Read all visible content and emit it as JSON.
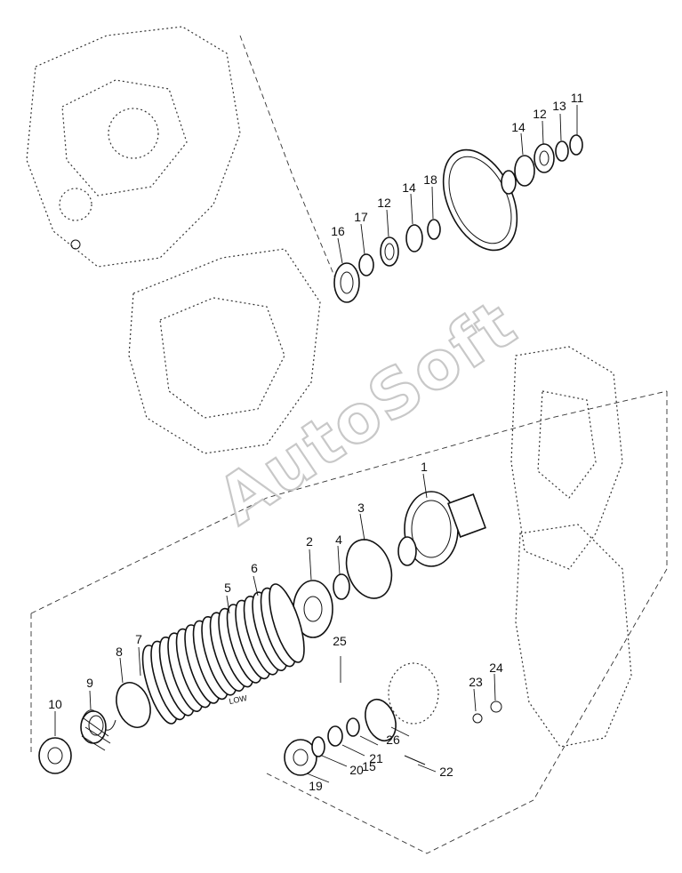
{
  "watermark": "AutoSoft",
  "annotation": "LOW",
  "callouts": [
    "1",
    "2",
    "3",
    "4",
    "5",
    "6",
    "7",
    "8",
    "9",
    "10",
    "11",
    "12",
    "12",
    "13",
    "14",
    "14",
    "15",
    "16",
    "17",
    "18",
    "19",
    "20",
    "21",
    "22",
    "23",
    "24",
    "25",
    "26"
  ]
}
